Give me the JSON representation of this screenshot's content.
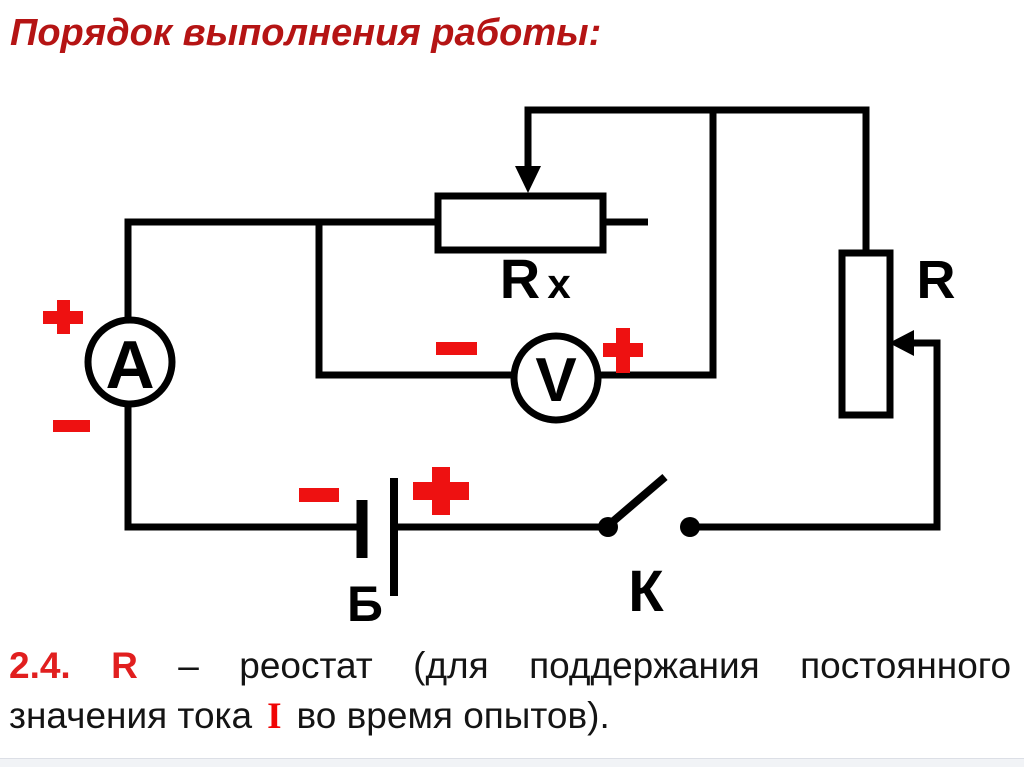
{
  "slide": {
    "title": "Порядок выполнения работы:"
  },
  "circuit": {
    "ammeter": {
      "label": "A",
      "plus": "+",
      "minus": "−"
    },
    "voltmeter": {
      "label": "V",
      "plus": "+",
      "minus": "−"
    },
    "measured_resistor": {
      "label_main": "R",
      "label_sub": "x"
    },
    "rheostat": {
      "label": "R"
    },
    "battery": {
      "label": "Б",
      "plus": "+",
      "minus": "−"
    },
    "switch": {
      "label": "К"
    }
  },
  "caption": {
    "number": "2.4.",
    "symbol": "R",
    "dash": "–",
    "words": [
      "реостат",
      "(для",
      "поддержания",
      "постоянного"
    ],
    "line2_before": "значения тока",
    "current_symbol": "I",
    "line2_after": "во время опытов)."
  },
  "colors": {
    "title_red": "#b51414",
    "symbol_red": "#ee1111",
    "caption_red": "#e11f1f",
    "current_red": "#f00505",
    "ink": "#000000",
    "background": "#ffffff"
  }
}
